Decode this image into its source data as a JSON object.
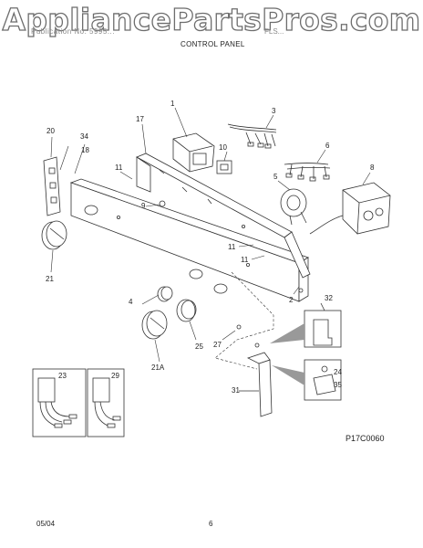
{
  "watermark": "AppliancePartsPros.com",
  "header": {
    "publication_left": "Publication No. 5995...",
    "model_right": "FLS...",
    "section_title": "CONTROL PANEL"
  },
  "callouts": [
    "1",
    "2",
    "3",
    "4",
    "5",
    "6",
    "8",
    "9",
    "10",
    "11",
    "11",
    "11",
    "17",
    "18",
    "20",
    "21",
    "21A",
    "23",
    "24",
    "25",
    "27",
    "29",
    "31",
    "32",
    "34",
    "35"
  ],
  "drawing_code": "P17C0060",
  "footer": {
    "date": "05/04",
    "page": "6"
  }
}
